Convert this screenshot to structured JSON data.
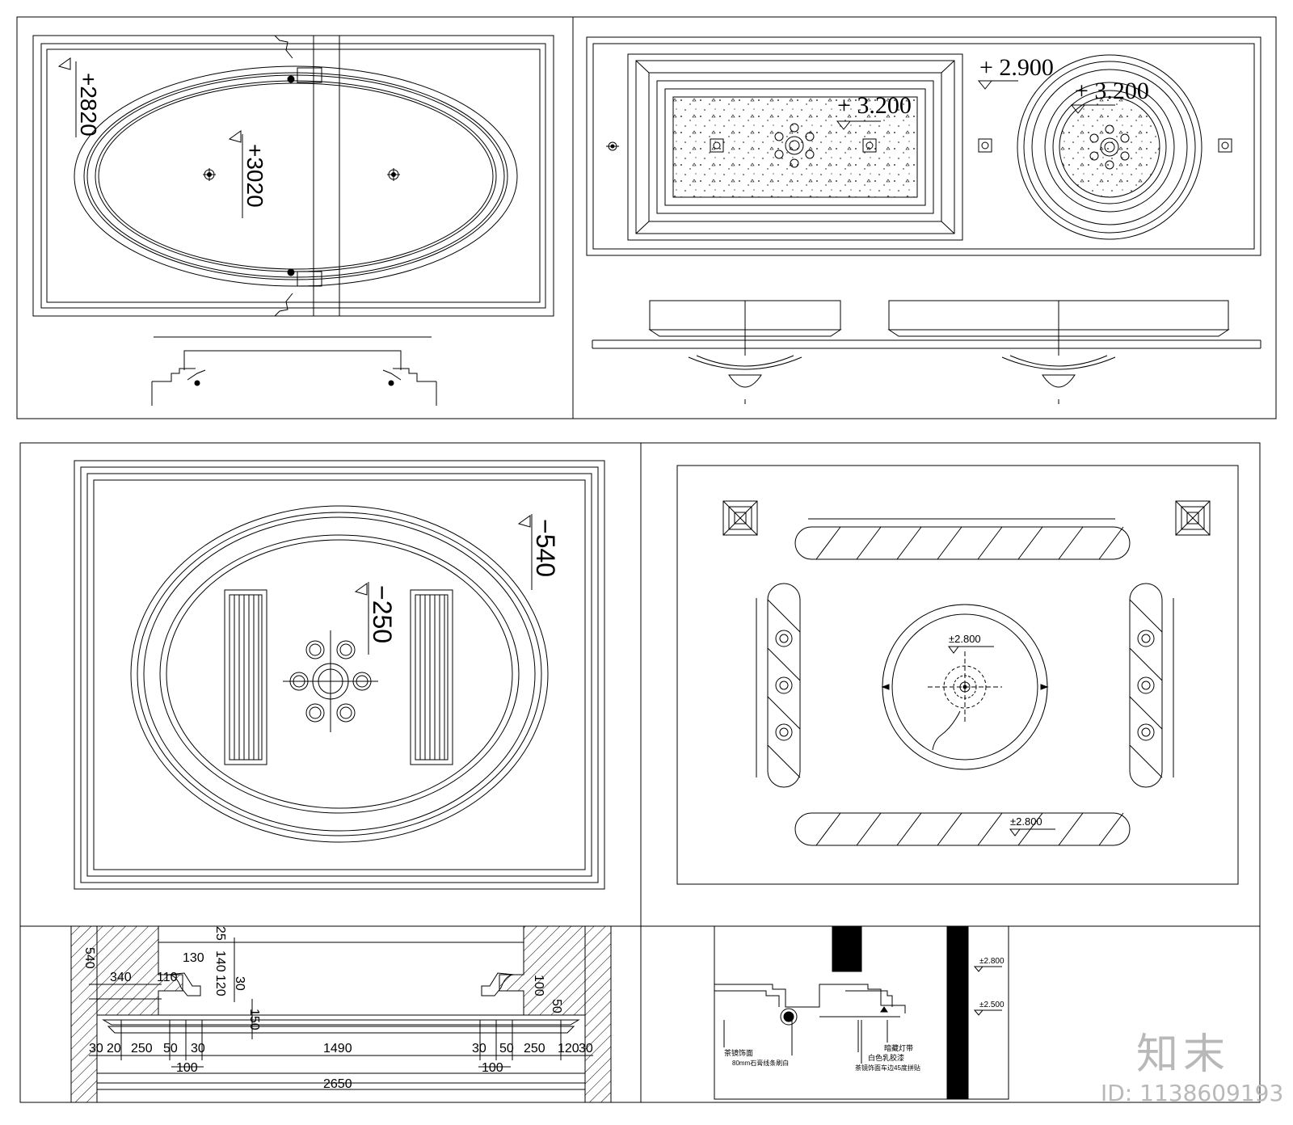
{
  "panel1": {
    "level_a": "+2820",
    "level_b": "+3020"
  },
  "panel2": {
    "level_a": "+ 2.900",
    "level_b": "+ 3.200",
    "level_c": "+ 3.200"
  },
  "panel3": {
    "level_a": "−540",
    "level_b": "−250"
  },
  "panel4": {
    "level_a": "±2.800",
    "level_b": "±2.800"
  },
  "panel5": {
    "dims_top": [
      "540",
      "130",
      "140",
      "25",
      "340",
      "110",
      "120",
      "30",
      "150",
      "100",
      "50"
    ],
    "dims_bottom": [
      "30",
      "20",
      "250",
      "50",
      "30",
      "1490",
      "30",
      "50",
      "250",
      "120",
      "30"
    ],
    "dims_sub": [
      "100",
      "2650",
      "100"
    ]
  },
  "panel6": {
    "level_a": "±2.800",
    "level_b": "±2.500",
    "label_mirror": "茶镜饰面",
    "label_gypsum": "80mm石膏线条刷白",
    "label_led": "暗藏灯带",
    "label_paint": "白色乳胶漆",
    "label_bevel": "茶镜饰面车边45度拼贴"
  },
  "watermark": {
    "brand": "知末",
    "id": "ID: 1138609193"
  }
}
